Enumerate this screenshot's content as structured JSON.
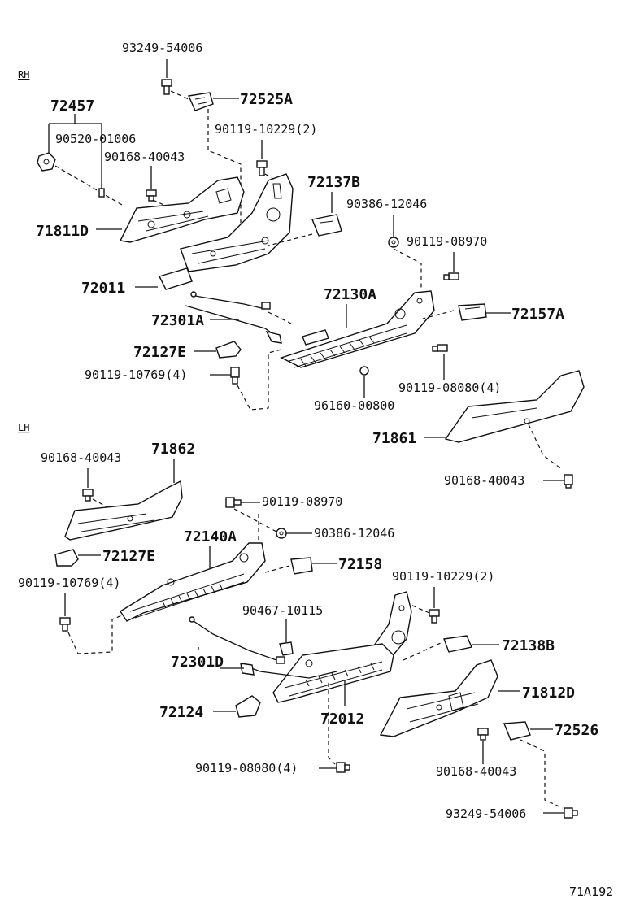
{
  "diagram": {
    "sections": {
      "rh": "RH",
      "lh": "LH"
    },
    "labels": {
      "p93249_54006_top": "93249-54006",
      "p72525A": "72525A",
      "p72457": "72457",
      "p90520_01006": "90520-01006",
      "p90119_10229_2_top": "90119-10229(2)",
      "p90168_40043_top": "90168-40043",
      "p72137B": "72137B",
      "p90386_12046_top": "90386-12046",
      "p71811D": "71811D",
      "p90119_08970_top": "90119-08970",
      "p72011": "72011",
      "p72130A": "72130A",
      "p72157A": "72157A",
      "p72301A": "72301A",
      "p72127E_top": "72127E",
      "p90119_10769_4_top": "90119-10769(4)",
      "p90119_08080_4_top": "90119-08080(4)",
      "p96160_00800": "96160-00800",
      "p71861": "71861",
      "p90168_40043_rh_right": "90168-40043",
      "p90168_40043_lh_left": "90168-40043",
      "p71862": "71862",
      "p90119_08970_lh": "90119-08970",
      "p90386_12046_lh": "90386-12046",
      "p72140A": "72140A",
      "p72127E_lh": "72127E",
      "p72158": "72158",
      "p90119_10769_4_lh": "90119-10769(4)",
      "p90119_10229_2_lh": "90119-10229(2)",
      "p90467_10115": "90467-10115",
      "p72138B": "72138B",
      "p72301D": "72301D",
      "p71812D": "71812D",
      "p72124": "72124",
      "p72012": "72012",
      "p72526": "72526",
      "p90119_08080_4_lh": "90119-08080(4)",
      "p90168_40043_lh_right": "90168-40043",
      "p93249_54006_bottom": "93249-54006"
    },
    "figure_code": "71A192"
  }
}
